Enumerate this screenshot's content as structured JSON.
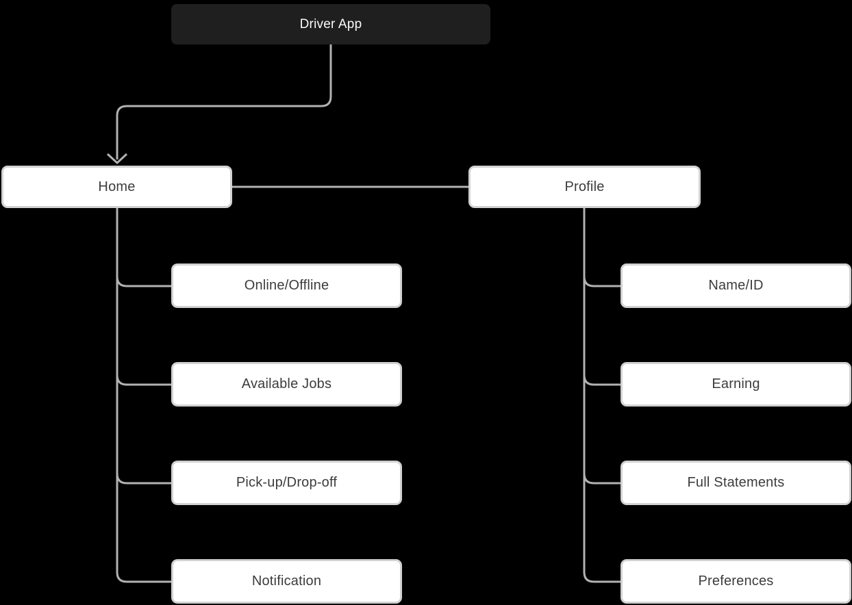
{
  "nodes": {
    "root": {
      "label": "Driver App"
    },
    "home": {
      "label": "Home",
      "children": [
        {
          "label": "Online/Offline"
        },
        {
          "label": "Available Jobs"
        },
        {
          "label": "Pick-up/Drop-off"
        },
        {
          "label": "Notification"
        }
      ]
    },
    "profile": {
      "label": "Profile",
      "children": [
        {
          "label": "Name/ID"
        },
        {
          "label": "Earning"
        },
        {
          "label": "Full Statements"
        },
        {
          "label": "Preferences"
        }
      ]
    }
  },
  "colors": {
    "background": "#000000",
    "root_node_fill": "#1f1f1f",
    "root_node_text": "#fafafa",
    "node_fill": "#ffffff",
    "node_border": "#d2d2d2",
    "node_text": "#3c3c3c",
    "connector": "#b2b2b2"
  }
}
